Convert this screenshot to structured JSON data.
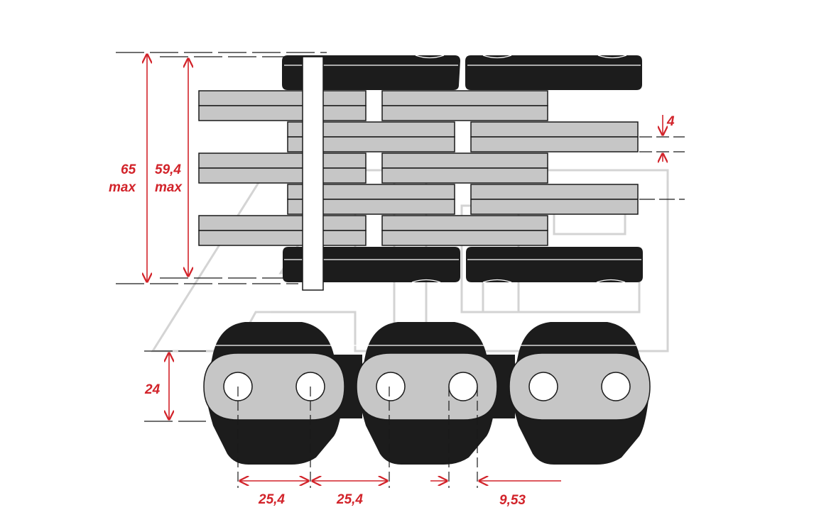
{
  "dimensions": {
    "overall_height": {
      "value": "65",
      "note": "max"
    },
    "inner_height": {
      "value": "59,4",
      "note": "max"
    },
    "plate_thickness": "4",
    "plate_height": "24",
    "pitch_1": "25,4",
    "pitch_2": "25,4",
    "roller_diameter": "9,53"
  },
  "watermark": {
    "text": "ATS"
  },
  "colors": {
    "dimension": "#d2232a",
    "plate_fill": "#c6c6c6",
    "attachment_fill": "#1c1c1c",
    "outline": "#1a1a1a",
    "watermark": "#cfcfcf"
  }
}
